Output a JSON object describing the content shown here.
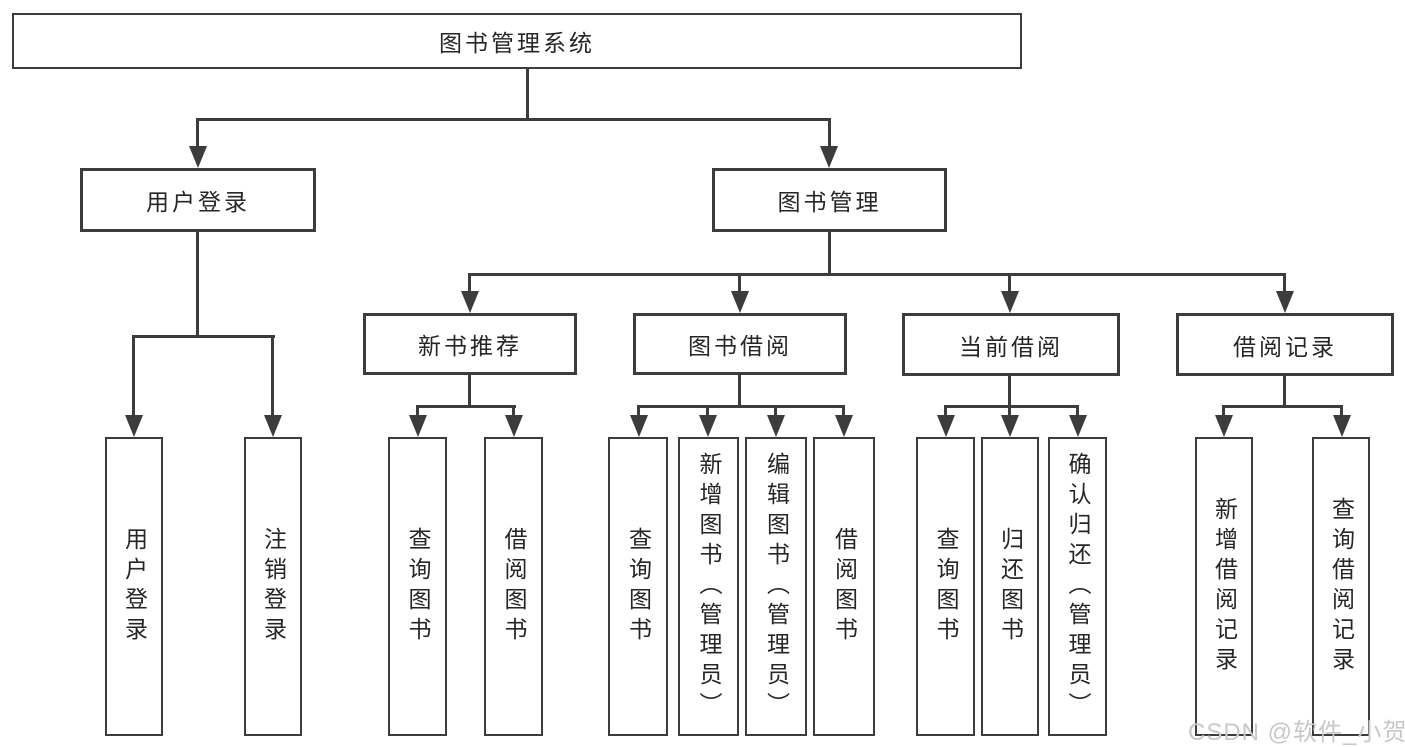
{
  "page": {
    "background": "#ffffff"
  },
  "diagram": {
    "type": "hierarchy-tree",
    "line_color": "#3c3c3c",
    "text_color": "#262626",
    "root": {
      "label": "图书管理系统"
    },
    "branches": [
      {
        "label": "用户登录",
        "children": [
          {
            "label": "用户登录"
          },
          {
            "label": "注销登录"
          }
        ]
      },
      {
        "label": "图书管理",
        "children": [
          {
            "label": "新书推荐",
            "children": [
              {
                "label": "查询图书"
              },
              {
                "label": "借阅图书"
              }
            ]
          },
          {
            "label": "图书借阅",
            "children": [
              {
                "label": "查询图书"
              },
              {
                "label": "新增图书（管理员）"
              },
              {
                "label": "编辑图书（管理员）"
              },
              {
                "label": "借阅图书"
              }
            ]
          },
          {
            "label": "当前借阅",
            "children": [
              {
                "label": "查询图书"
              },
              {
                "label": "归还图书"
              },
              {
                "label": "确认归还（管理员）"
              }
            ]
          },
          {
            "label": "借阅记录",
            "children": [
              {
                "label": "新增借阅记录"
              },
              {
                "label": "查询借阅记录"
              }
            ]
          }
        ]
      }
    ]
  },
  "watermark": {
    "text": "CSDN @软件_小贺同学",
    "color": "#c8c8c8"
  }
}
